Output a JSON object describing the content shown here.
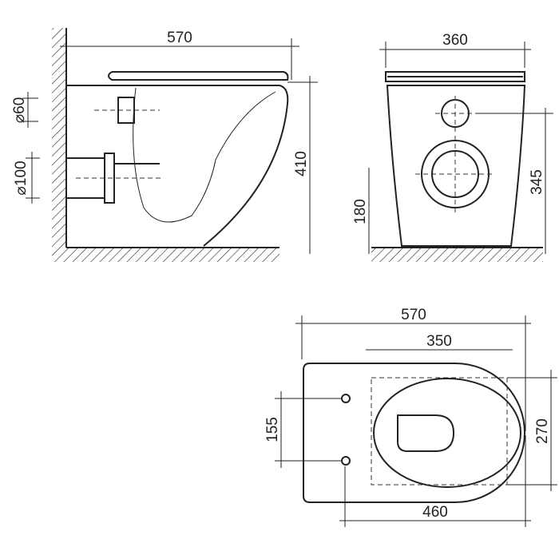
{
  "side_view": {
    "width_label": "570",
    "height_label": "410",
    "inlet_label": "⌀60",
    "outlet_label": "⌀100"
  },
  "front_view": {
    "width_label": "360",
    "inlet_height_label": "345",
    "outlet_height_label": "180"
  },
  "top_view": {
    "length_label": "570",
    "bowl_label": "350",
    "bottom_label": "460",
    "mount_spacing_label": "155",
    "bowl_width_label": "270"
  }
}
